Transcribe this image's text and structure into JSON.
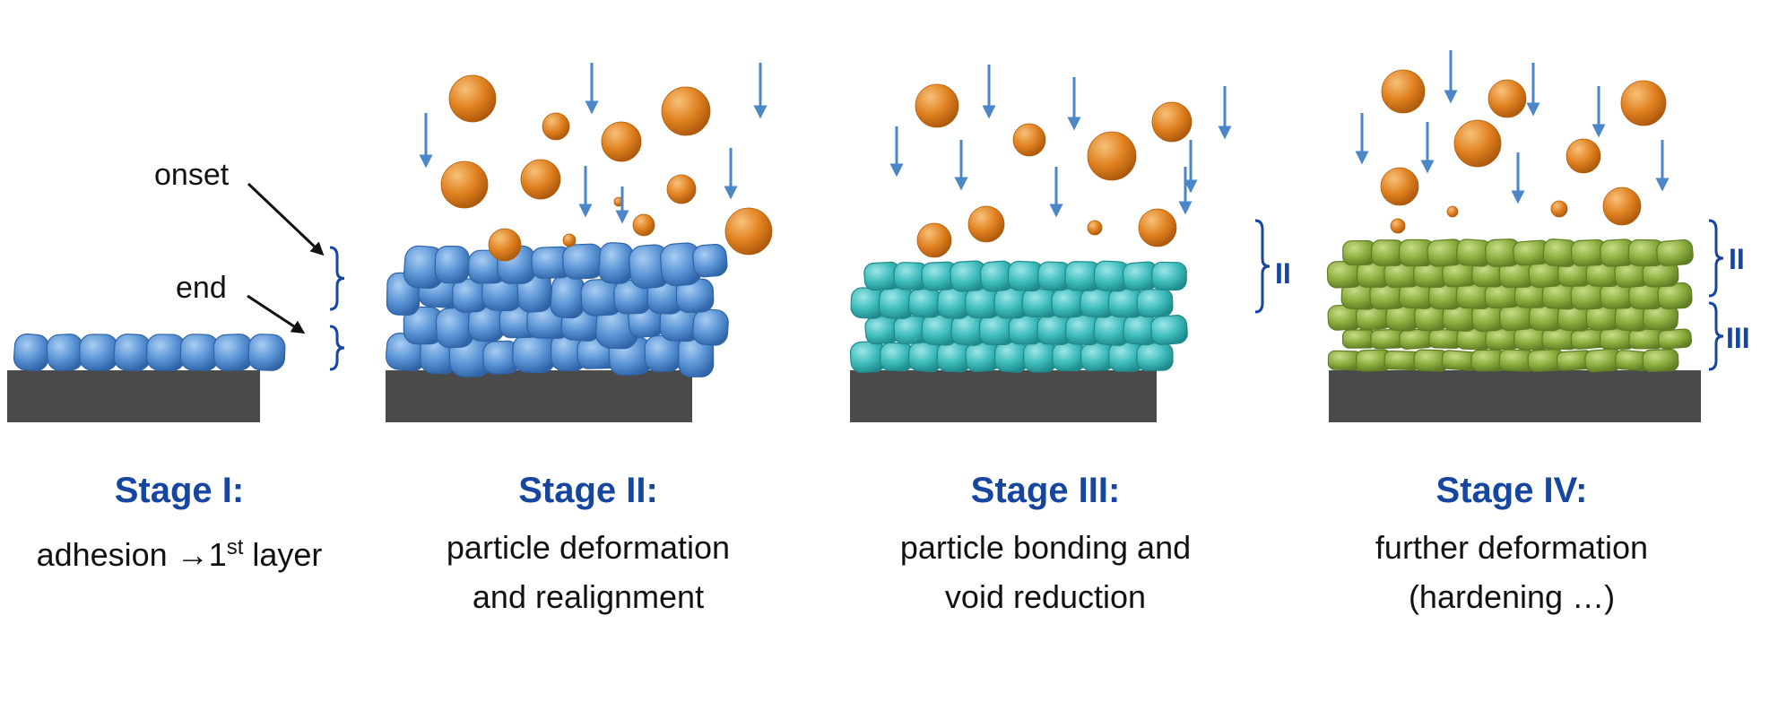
{
  "colors": {
    "substrate": "#4a4a4a",
    "stage1_particles": "#5b95d6",
    "stage2_particles": "#5b95d6",
    "stage3_particles": "#3fbdbd",
    "stage4_particles": "#8cae3f",
    "impacting_particles": "#e0801f",
    "arrows": "#4a86c8",
    "brackets": "#1646a0",
    "titles": "#1646a0",
    "text": "#111111"
  },
  "icons": {
    "falling_arrow": "down-arrow-icon",
    "bracket": "curly-bracket-icon"
  },
  "annotations": {
    "onset": "onset",
    "end": "end"
  },
  "stages": [
    {
      "title": "Stage I:",
      "desc_before": "adhesion →1",
      "desc_sup": "st",
      "desc_after": " layer"
    },
    {
      "title": "Stage II:",
      "desc_line1": "particle deformation",
      "desc_line2": "and realignment"
    },
    {
      "title": "Stage III:",
      "desc_line1": "particle bonding and",
      "desc_line2": "void reduction",
      "bracket_labels": [
        "II"
      ]
    },
    {
      "title": "Stage IV:",
      "desc_line1": "further deformation",
      "desc_line2": "(hardening …)",
      "bracket_labels": [
        "II",
        "III"
      ]
    }
  ]
}
